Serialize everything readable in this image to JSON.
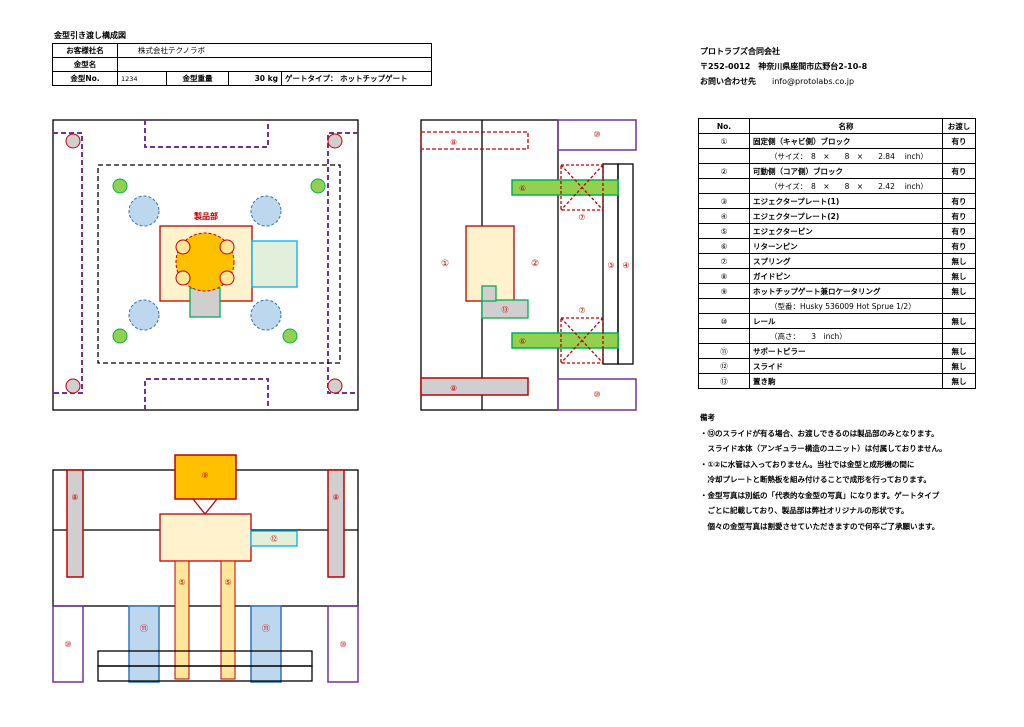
{
  "doc_title": "金型引き渡し構成図",
  "header": {
    "customer_label": "お客様社名",
    "customer_value": "株式会社テクノラボ",
    "mold_name_label": "金型名",
    "mold_name_value": "",
    "mold_no_label": "金型No.",
    "mold_no_value": "1234",
    "weight_label": "金型重量",
    "weight_value": "30 kg",
    "gate_label": "ゲートタイプ：",
    "gate_value": "ホットチップゲート"
  },
  "company": {
    "name": "プロトラブズ合同会社",
    "address": "〒252-0012　神奈川県座間市広野台2-10-8",
    "contact_label": "お問い合わせ先",
    "email": "info@protolabs.co.jp"
  },
  "parts_table": {
    "headers": [
      "No.",
      "名称",
      "お渡し"
    ],
    "rows": [
      {
        "no": "①",
        "name": "固定側（キャビ側）ブロック",
        "deliver": "有り",
        "sub": false
      },
      {
        "no": "",
        "name": "（サイズ：　8　×　　8　×　　2.84　 inch）",
        "deliver": "",
        "sub": true
      },
      {
        "no": "②",
        "name": "可動側（コア側）ブロック",
        "deliver": "有り",
        "sub": false
      },
      {
        "no": "",
        "name": "（サイズ：　8　×　　8　×　　2.42　 inch）",
        "deliver": "",
        "sub": true
      },
      {
        "no": "③",
        "name": "エジェクタープレート(1)",
        "deliver": "有り",
        "sub": false
      },
      {
        "no": "④",
        "name": "エジェクタープレート(2)",
        "deliver": "有り",
        "sub": false
      },
      {
        "no": "⑤",
        "name": "エジェクターピン",
        "deliver": "有り",
        "sub": false
      },
      {
        "no": "⑥",
        "name": "リターンピン",
        "deliver": "有り",
        "sub": false
      },
      {
        "no": "⑦",
        "name": "スプリング",
        "deliver": "無し",
        "sub": false
      },
      {
        "no": "⑧",
        "name": "ガイドピン",
        "deliver": "無し",
        "sub": false
      },
      {
        "no": "⑨",
        "name": "ホットチップゲート兼ロケータリング",
        "deliver": "無し",
        "sub": false
      },
      {
        "no": "",
        "name": "（型番：Husky 536009 Hot Sprue 1/2）",
        "deliver": "",
        "sub": true
      },
      {
        "no": "⑩",
        "name": "レール",
        "deliver": "無し",
        "sub": false
      },
      {
        "no": "",
        "name": "（高さ：　　3　inch）",
        "deliver": "",
        "sub": true
      },
      {
        "no": "⑪",
        "name": "サポートピラー",
        "deliver": "無し",
        "sub": false
      },
      {
        "no": "⑫",
        "name": "スライド",
        "deliver": "無し",
        "sub": false
      },
      {
        "no": "⑬",
        "name": "置き駒",
        "deliver": "無し",
        "sub": false
      }
    ]
  },
  "notes": {
    "title": "備考",
    "lines": [
      "・⑫のスライドが有る場合、お渡しできるのは製品部のみとなります。",
      "　スライド本体（アンギュラー構造のユニット）は付属しておりません。",
      "・①②に水管は入っておりません。当社では金型と成形機の間に",
      "　冷却プレートと断熱板を組み付けることで成形を行っております。",
      "・金型写真は別紙の「代表的な金型の写真」になります。ゲートタイプ",
      "　ごとに記載しており、製品部は弊社オリジナルの形状です。",
      "　個々の金型写真は割愛させていただきますので何卒ご了承願います。"
    ]
  },
  "diagram": {
    "product_label": "製品部",
    "n1": "①",
    "n2": "②",
    "n3": "③",
    "n4": "④",
    "n5": "⑤",
    "n6": "⑥",
    "n7": "⑦",
    "n8": "⑧",
    "n9": "⑨",
    "n10": "⑩",
    "n11": "⑪",
    "n12": "⑫",
    "n13": "⑬"
  },
  "colors": {
    "purple": "#7030a0",
    "red": "#c00000",
    "green": "#92d050",
    "green_border": "#00b050",
    "blue_fill": "#bdd7ee",
    "blue_border": "#2e75b6",
    "orange": "#ffc000",
    "cream": "#fff2cc",
    "gray": "#d0cece",
    "light_green": "#e2efda",
    "cyan": "#00b0f0"
  }
}
